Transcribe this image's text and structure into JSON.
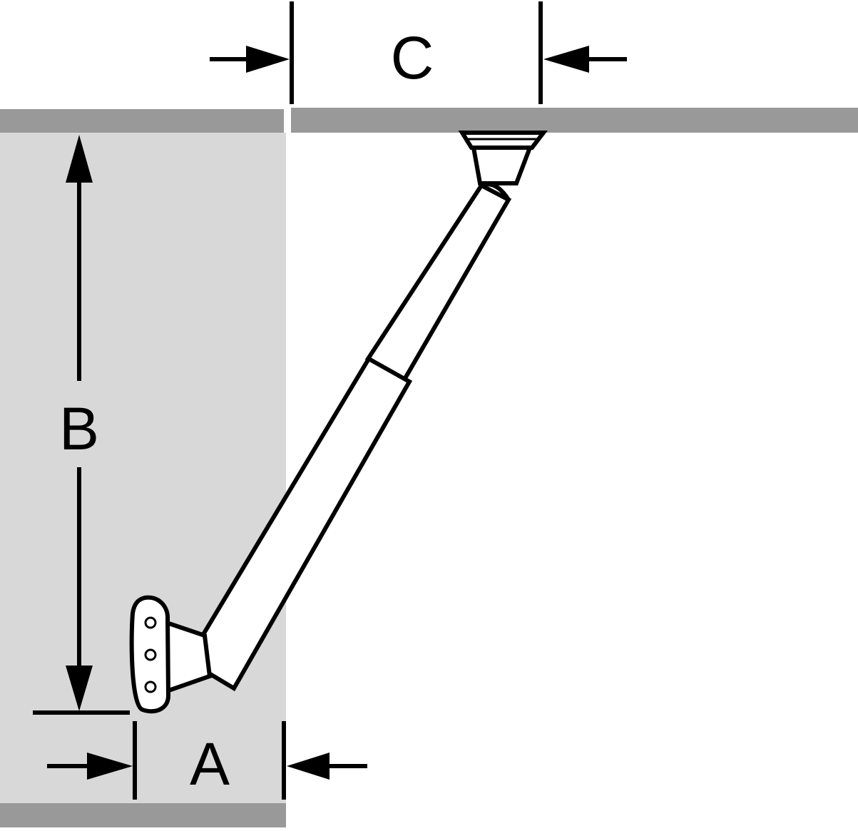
{
  "labels": {
    "a": "A",
    "b": "B",
    "c": "C"
  },
  "colors": {
    "cabinet_side_fill": "#d8d8d8",
    "panel_edge": "#999999",
    "line": "#000000",
    "part_fill": "#ffffff"
  }
}
